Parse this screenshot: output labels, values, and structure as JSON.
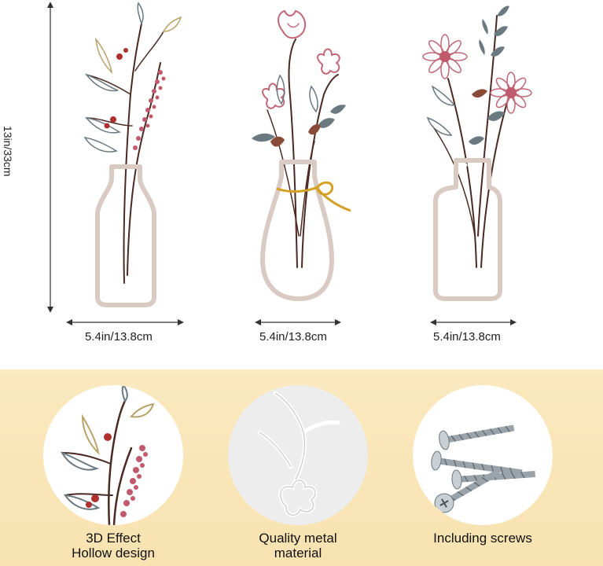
{
  "height_label": "13in/33cm",
  "vases": [
    {
      "width_label": "5.4in/13.8cm"
    },
    {
      "width_label": "5.4in/13.8cm"
    },
    {
      "width_label": "5.4in/13.8cm"
    }
  ],
  "features": [
    {
      "line1": "3D Effect",
      "line2": "Hollow design"
    },
    {
      "line1": "Quality metal",
      "line2": "material"
    },
    {
      "line1": "Including screws",
      "line2": ""
    }
  ]
}
